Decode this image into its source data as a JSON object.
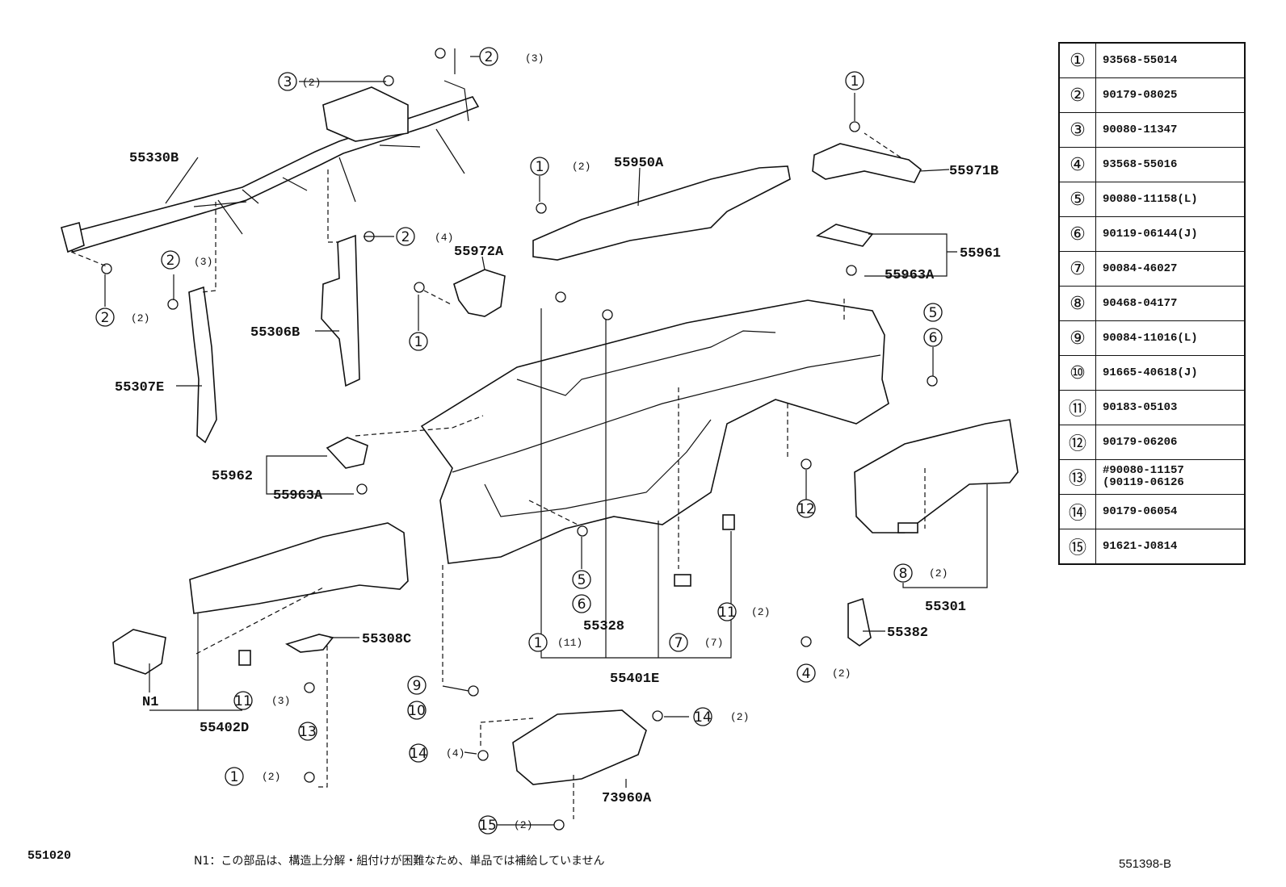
{
  "table": [
    {
      "key": "①",
      "part": "93568-55014"
    },
    {
      "key": "②",
      "part": "90179-08025"
    },
    {
      "key": "③",
      "part": "90080-11347"
    },
    {
      "key": "④",
      "part": "93568-55016"
    },
    {
      "key": "⑤",
      "part": "90080-11158(L)"
    },
    {
      "key": "⑥",
      "part": "90119-06144(J)"
    },
    {
      "key": "⑦",
      "part": "90084-46027"
    },
    {
      "key": "⑧",
      "part": "90468-04177"
    },
    {
      "key": "⑨",
      "part": "90084-11016(L)"
    },
    {
      "key": "⑩",
      "part": "91665-40618(J)"
    },
    {
      "key": "⑪",
      "part": "90183-05103"
    },
    {
      "key": "⑫",
      "part": "90179-06206"
    },
    {
      "key": "⑬",
      "part": "#90080-11157\n(90119-06126"
    },
    {
      "key": "⑭",
      "part": "90179-06054"
    },
    {
      "key": "⑮",
      "part": "91621-J0814"
    }
  ],
  "labels": {
    "p55330B": "55330B",
    "p55950A": "55950A",
    "p55971B": "55971B",
    "p55972A": "55972A",
    "p55961": "55961",
    "p55963A_top": "55963A",
    "p55306B": "55306B",
    "p55307E": "55307E",
    "p55962": "55962",
    "p55963A": "55963A",
    "p55328": "55328",
    "p55301": "55301",
    "p55382": "55382",
    "p55308C": "55308C",
    "p55401E": "55401E",
    "p55402D": "55402D",
    "p73960A": "73960A",
    "n1": "N1"
  },
  "callouts": {
    "c3": "3",
    "q3": "(2)",
    "c2a": "2",
    "q2a": "(3)",
    "c2b": "2",
    "q2b": "(3)",
    "c2c": "2",
    "q2c": "(2)",
    "c2d": "2",
    "q2d": "(4)",
    "c1a": "1",
    "q1a": "(2)",
    "c1b": "1",
    "c1c": "1",
    "c1d": "1",
    "q1d": "(11)",
    "c1e": "1",
    "q1e": "(2)",
    "c5a": "5",
    "c6a": "6",
    "c5b": "5",
    "c6b": "6",
    "c12": "12",
    "c11a": "11",
    "q11a": "(2)",
    "c11b": "11",
    "q11b": "(3)",
    "c7": "7",
    "q7": "(7)",
    "c8": "8",
    "q8": "(2)",
    "c4": "4",
    "q4": "(2)",
    "c9": "9",
    "c10": "10",
    "c13": "13",
    "c14a": "14",
    "q14a": "(2)",
    "c14b": "14",
    "q14b": "(4)",
    "c15": "15",
    "q15": "(2)"
  },
  "footer": {
    "code": "551020",
    "note": "N1：この部品は、構造上分解・組付けが困難なため、単品では補給していません",
    "ref": "551398-B"
  }
}
